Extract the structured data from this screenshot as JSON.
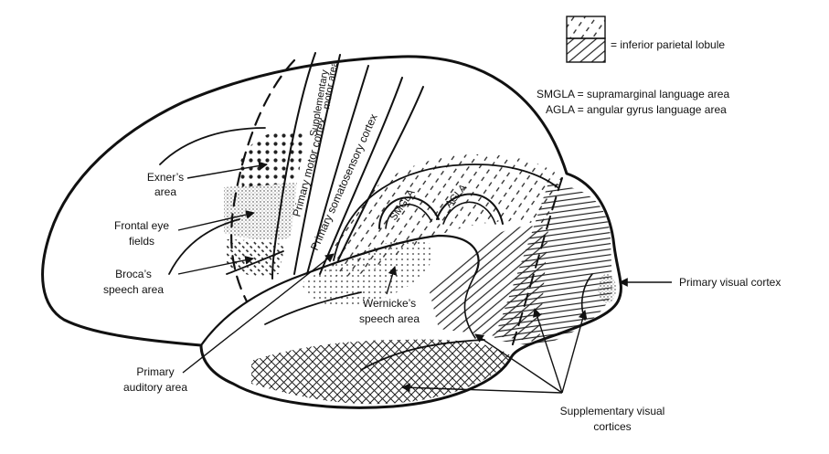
{
  "legend": {
    "ipl_text": "= inferior parietal lobule",
    "smgla_text": "SMGLA = supramarginal language area",
    "agla_text": "AGLA = angular gyrus language area"
  },
  "labels": {
    "exner_1": "Exner’s",
    "exner_2": "area",
    "frontal_eye_1": "Frontal eye",
    "frontal_eye_2": "fields",
    "broca_1": "Broca’s",
    "broca_2": "speech area",
    "primary_auditory_1": "Primary",
    "primary_auditory_2": "auditory area",
    "wernicke_1": "Wernicke’s",
    "wernicke_2": "speech area",
    "primary_visual": "Primary visual cortex",
    "supp_visual_1": "Supplementary visual",
    "supp_visual_2": "cortices",
    "supp_motor_1": "Supplementary",
    "supp_motor_2": "motor area",
    "primary_motor": "Primary motor cortex",
    "primary_somato": "Primary somatosensory cortex",
    "smgla": "SMGLA",
    "agla": "AGLA"
  }
}
